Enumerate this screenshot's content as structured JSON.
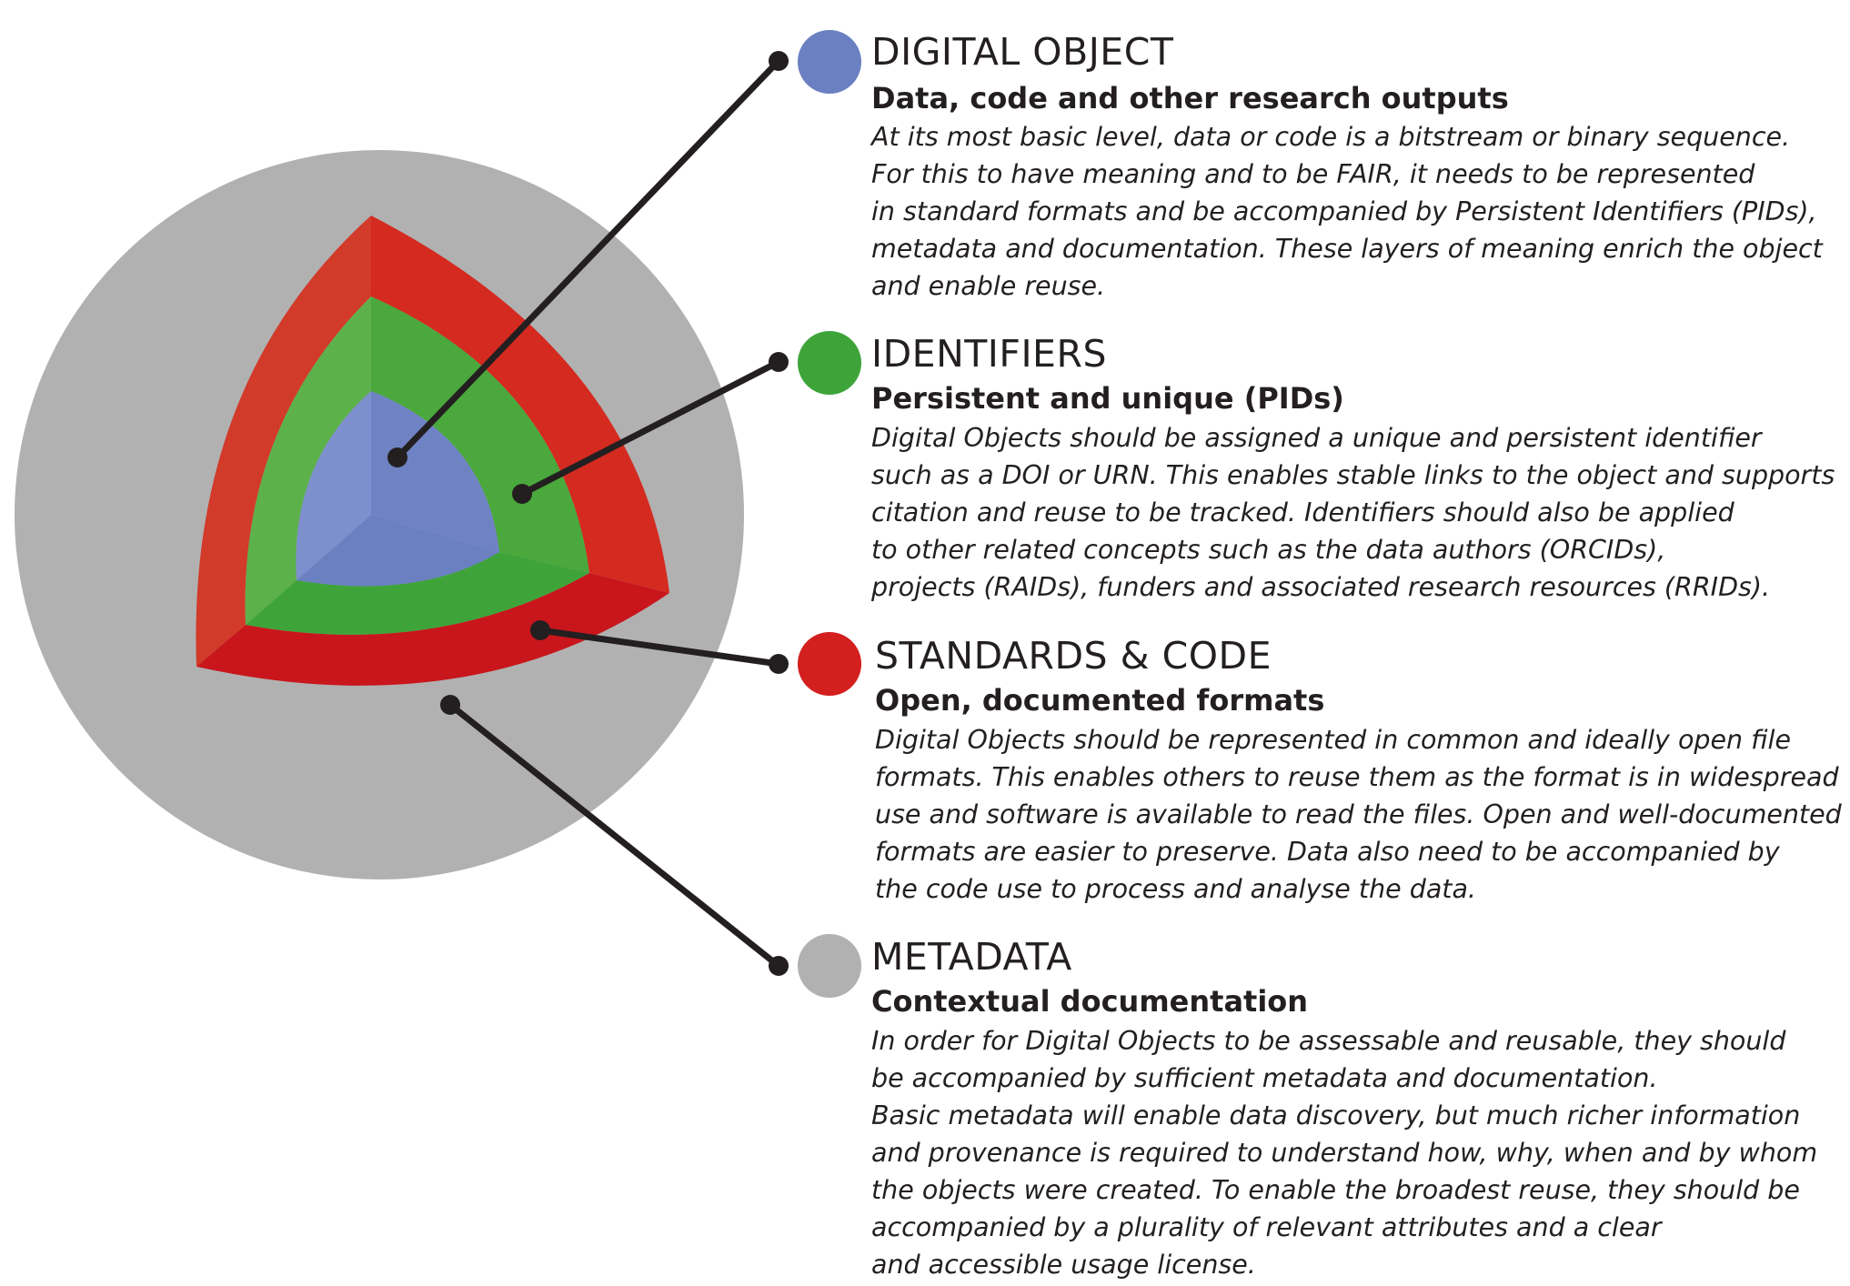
{
  "colors": {
    "digital_object": "#6a80c1",
    "identifiers": "#3ea43a",
    "standards": "#d41f1f",
    "metadata": "#b1b1b1",
    "leader_line": "#231f20"
  },
  "sections": [
    {
      "key": "digital_object",
      "title": "DIGITAL OBJECT",
      "subtitle": "Data, code and other research outputs",
      "lines": [
        "At its most basic level, data or code is a bitstream or binary sequence.",
        "For this to have meaning and to be FAIR, it needs to be represented",
        "in standard formats and be accompanied by Persistent Identifiers (PIDs),",
        "metadata and documentation. These layers of meaning enrich the object",
        "and enable reuse."
      ]
    },
    {
      "key": "identifiers",
      "title": "IDENTIFIERS",
      "subtitle": "Persistent and unique (PIDs)",
      "lines": [
        "Digital Objects should be assigned a unique and persistent identifier",
        "such as a DOI or URN. This enables stable links to the object and supports",
        "citation and reuse to be tracked. Identifiers should also be applied",
        "to other related concepts such as the data authors (ORCIDs),",
        "projects (RAIDs), funders and associated research resources (RRIDs)."
      ]
    },
    {
      "key": "standards",
      "title": "STANDARDS & CODE",
      "subtitle": "Open, documented formats",
      "lines": [
        "Digital Objects should be represented in common and ideally open file",
        "formats. This enables others to reuse them as the format is in widespread",
        "use and software is available to read the files. Open and well-documented",
        "formats are easier to preserve. Data also need to be accompanied by",
        "the code use to process and analyse the data."
      ]
    },
    {
      "key": "metadata",
      "title": "METADATA",
      "subtitle": "Contextual documentation",
      "lines": [
        "In order for Digital Objects to be assessable and reusable, they should",
        "be accompanied by sufficient metadata and documentation.",
        "Basic metadata will enable data discovery, but much richer information",
        "and provenance is required to understand how, why, when and by whom",
        "the objects were created. To enable the broadest reuse, they should be",
        "accompanied by a plurality of relevant attributes and a clear",
        "and accessible usage license."
      ]
    }
  ]
}
